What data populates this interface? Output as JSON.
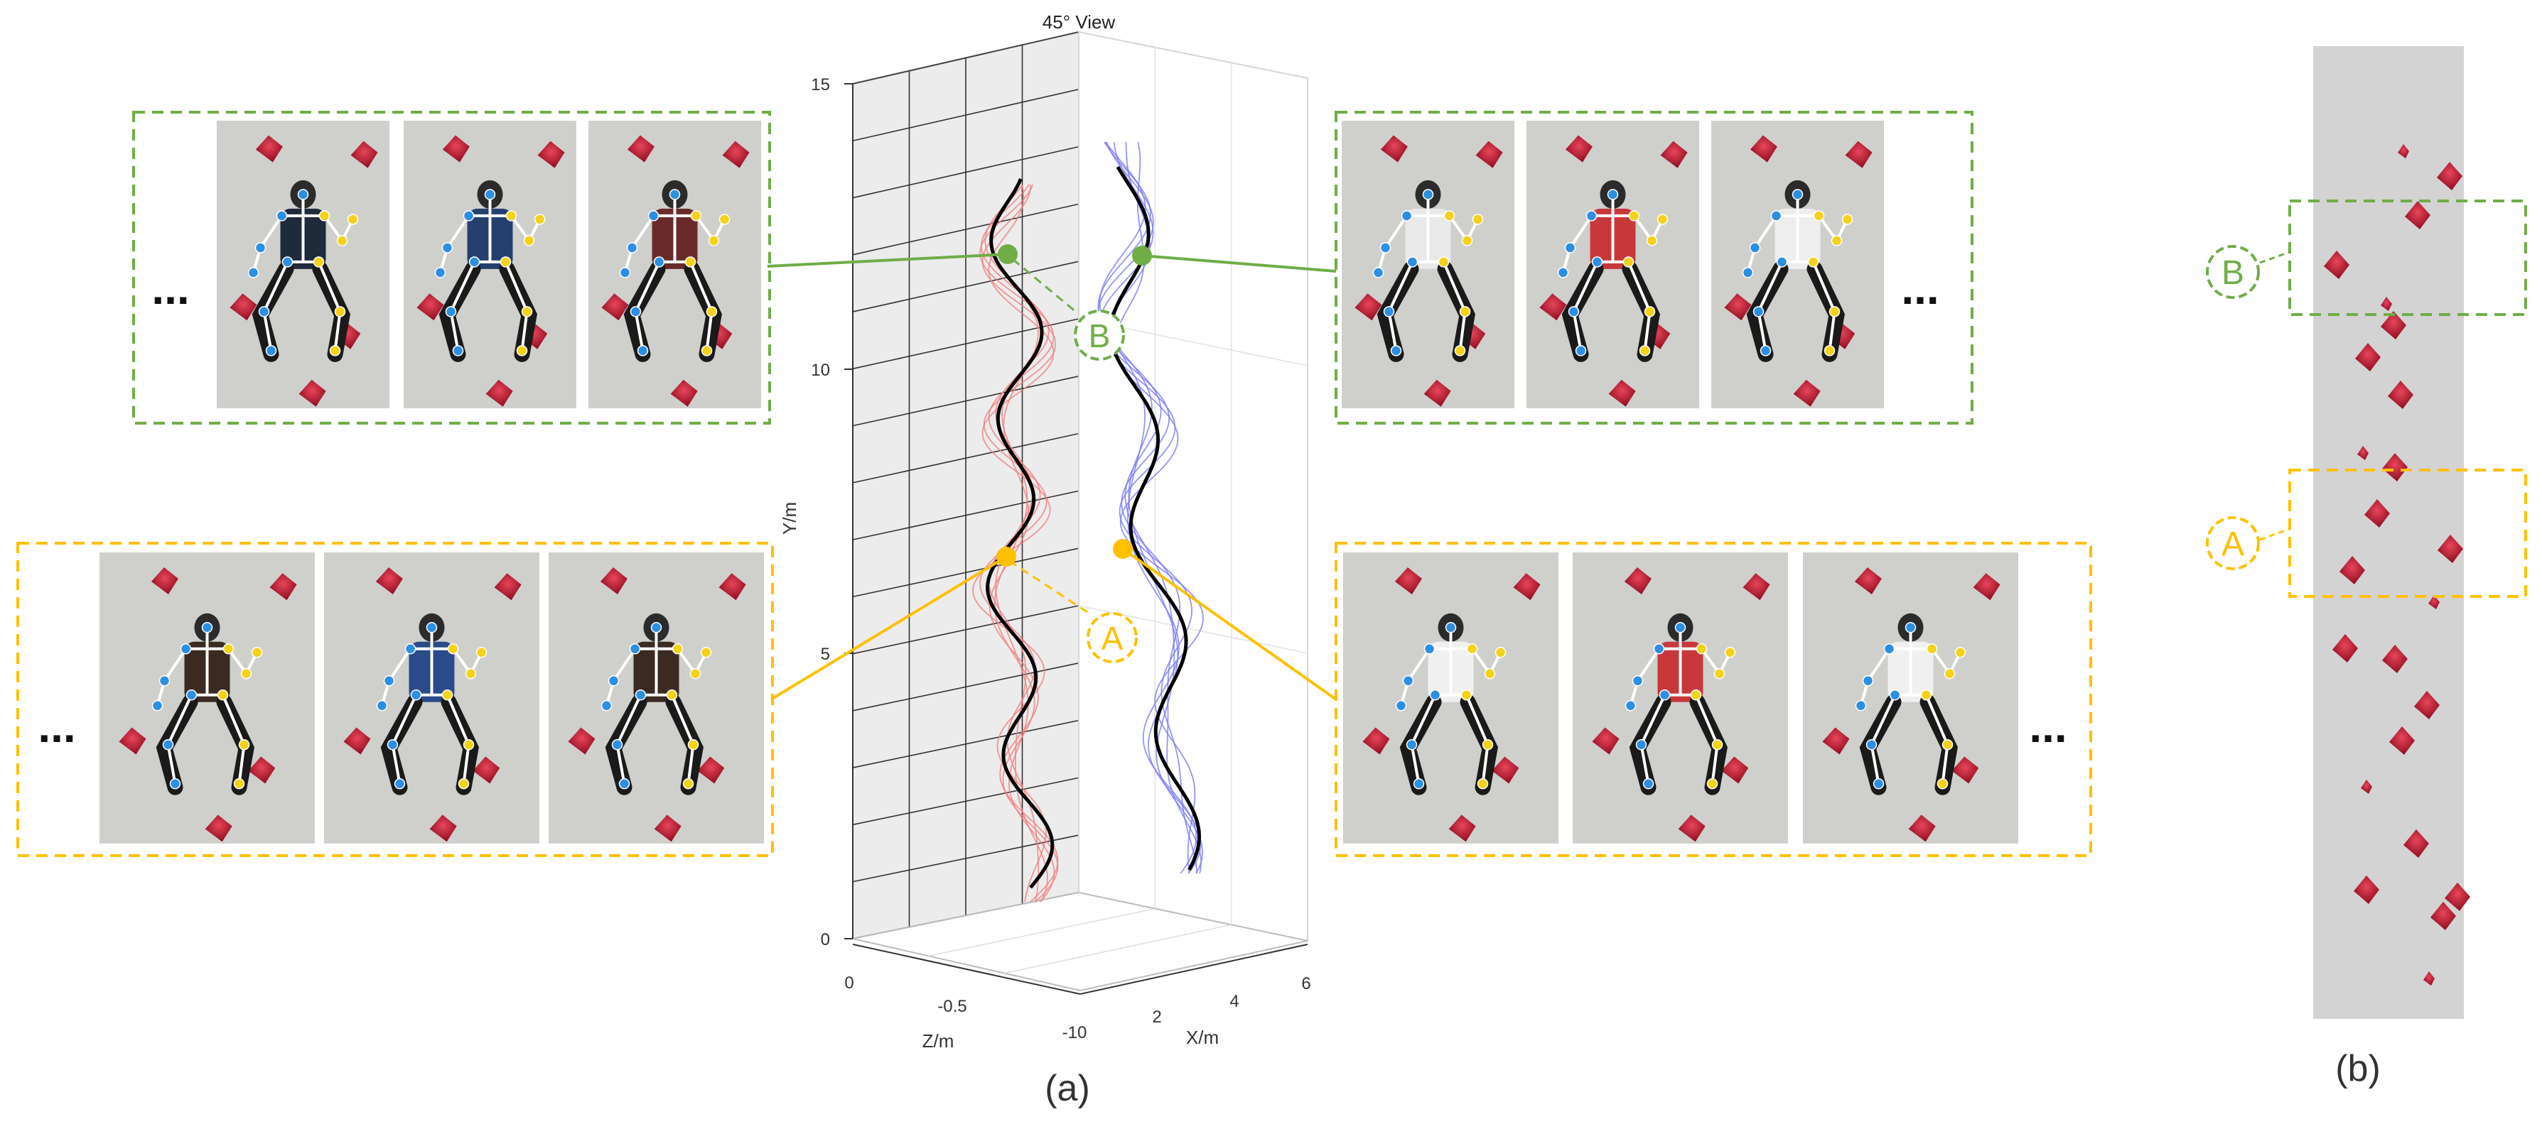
{
  "figure": {
    "view_title": "45° View",
    "y_axis": {
      "label": "Y/m",
      "ticks": [
        "0",
        "5",
        "10",
        "15"
      ]
    },
    "z_axis": {
      "label": "Z/m",
      "ticks": [
        "0",
        "-0.5",
        "-10"
      ]
    },
    "x_axis": {
      "label": "X/m",
      "ticks": [
        "2",
        "4",
        "6"
      ]
    },
    "ellipsis": "...",
    "subfig_a": "(a)",
    "subfig_b": "(b)"
  },
  "markers": {
    "A": {
      "label": "A",
      "color": "#FFC000"
    },
    "B": {
      "label": "B",
      "color": "#70AD47"
    }
  },
  "colors": {
    "green": "#70AD47",
    "yellow": "#FFC000",
    "red_traces": "#F08080",
    "blue_traces": "#7B7BF0",
    "mean_path": "#000000",
    "hold": "#C8102E",
    "wall": "#D3D3D3"
  },
  "panels": [
    {
      "id": "B-left",
      "marker": "B",
      "frames": 3,
      "has_ellipsis_left": true
    },
    {
      "id": "B-right",
      "marker": "B",
      "frames": 3,
      "has_ellipsis_right": true
    },
    {
      "id": "A-left",
      "marker": "A",
      "frames": 3,
      "has_ellipsis_left": true
    },
    {
      "id": "A-right",
      "marker": "A",
      "frames": 3,
      "has_ellipsis_right": true
    }
  ]
}
